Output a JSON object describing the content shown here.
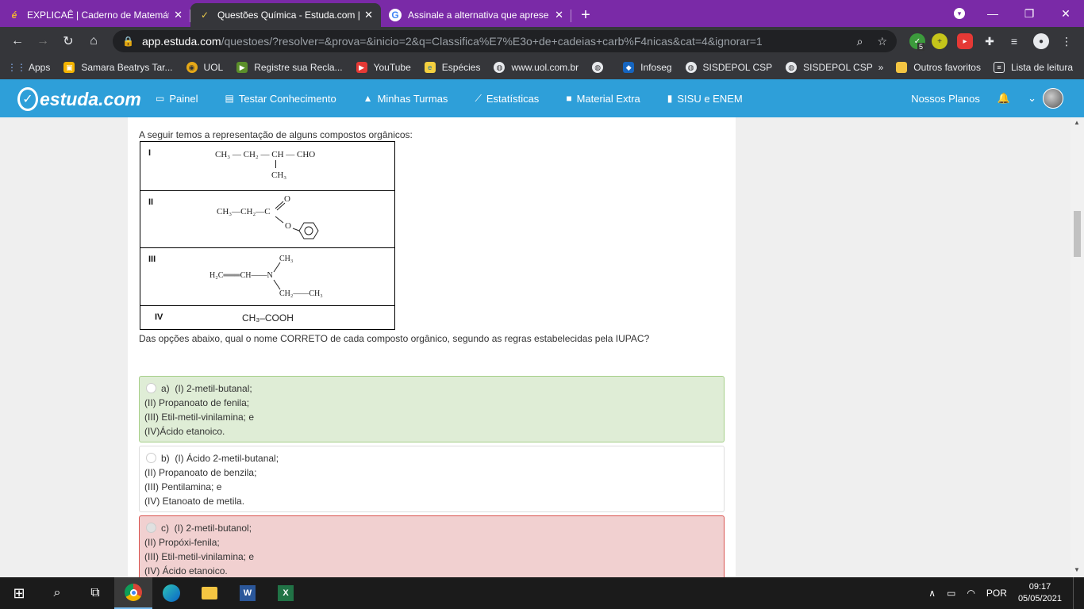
{
  "tabs": [
    {
      "title": "EXPLICAÊ | Caderno de Matemáti",
      "icon": "explicae-icon"
    },
    {
      "title": "Questões Química - Estuda.com |",
      "icon": "estuda-icon"
    },
    {
      "title": "Assinale a alternativa que aprese",
      "icon": "google-icon"
    }
  ],
  "address": {
    "host": "app.estuda.com",
    "path": "/questoes/?resolver=&prova=&inicio=2&q=Classifica%E7%E3o+de+cadeias+carb%F4nicas&cat=4&ignorar=1"
  },
  "extension_badge": "5",
  "bookmarks": [
    "Apps",
    "Samara Beatrys Tar...",
    "UOL",
    "Registre sua Recla...",
    "YouTube",
    "Espécies",
    "www.uol.com.br",
    "",
    "Infoseg",
    "SISDEPOL CSP",
    "SISDEPOL CSP"
  ],
  "bookmarks_right": {
    "more": "»",
    "other": "Outros favoritos",
    "reading": "Lista de leitura"
  },
  "site": {
    "logo": "estuda.com",
    "nav": [
      "Painel",
      "Testar Conhecimento",
      "Minhas Turmas",
      "Estatísticas",
      "Material Extra",
      "SISU e ENEM"
    ],
    "plans": "Nossos Planos"
  },
  "question": {
    "intro": "A seguir temos a representação de alguns compostos orgânicos:",
    "compounds": [
      {
        "num": "I",
        "line1": "CH₃ — CH₂ — CH — CHO",
        "branch": "CH₃"
      },
      {
        "num": "II",
        "main": "CH₃—CH₂—C",
        "o_top": "O",
        "o_side": "O"
      },
      {
        "num": "III",
        "left": "H₂C═══CH——N",
        "top": "CH₃",
        "bottom": "CH₂——CH₃"
      },
      {
        "num": "IV",
        "formula": "CH₃–COOH"
      }
    ],
    "prompt": "Das opções abaixo, qual o nome CORRETO de cada composto orgânico, segundo as regras estabelecidas pela IUPAC?",
    "options": [
      {
        "letter": "a)",
        "lines": [
          "(I) 2-metil-butanal;",
          "(II) Propanoato de fenila;",
          "(III) Etil-metil-vinilamina; e",
          "(IV)Ácido etanoico."
        ]
      },
      {
        "letter": "b)",
        "lines": [
          "(I) Ácido 2-metil-butanal;",
          "(II) Propanoato de benzila;",
          "(III) Pentilamina; e",
          "(IV) Etanoato de metila."
        ]
      },
      {
        "letter": "c)",
        "lines": [
          "(I) 2-metil-butanol;",
          "(II) Propóxi-fenila;",
          "(III) Etil-metil-vinilamina; e",
          "(IV) Ácido etanoico."
        ]
      }
    ]
  },
  "taskbar": {
    "lang": "POR",
    "time": "09:17",
    "date": "05/05/2021"
  }
}
